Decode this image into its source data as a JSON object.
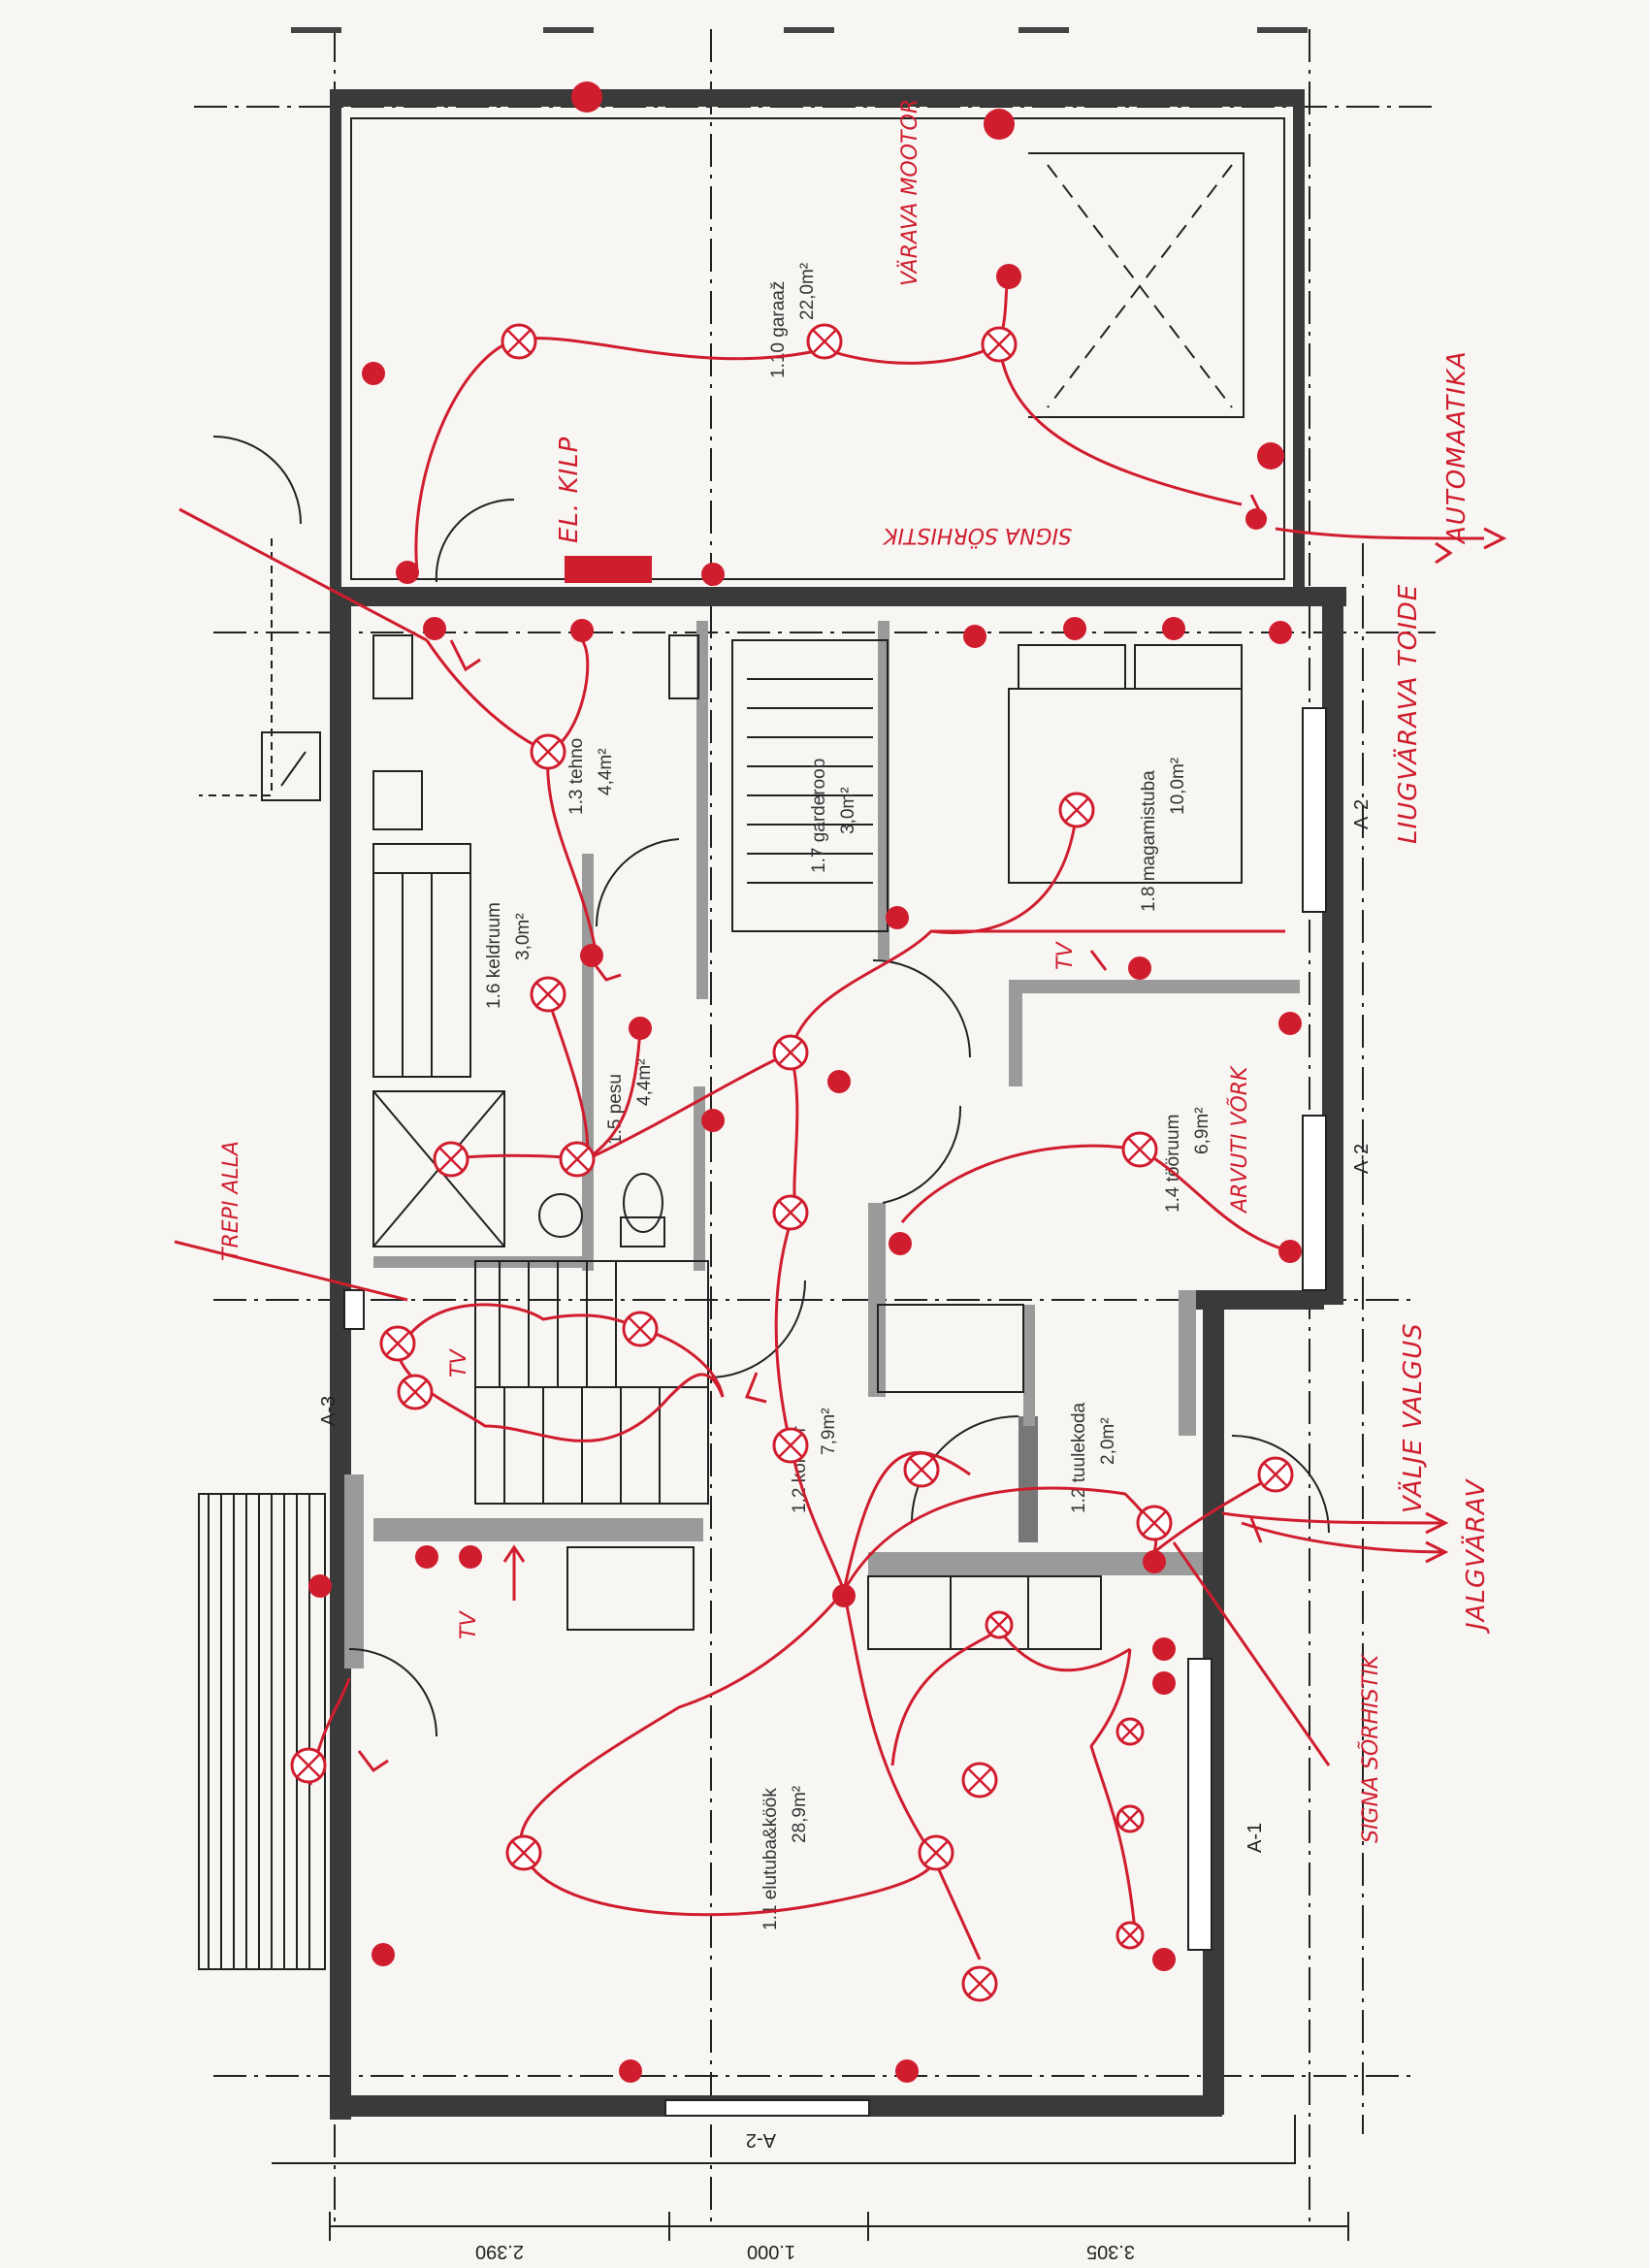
{
  "rooms": {
    "garaaz": {
      "name": "1.10 garaaž",
      "area": "22,0m²"
    },
    "tehno": {
      "name": "1.3 tehno",
      "area": "4,4m²"
    },
    "garderoob": {
      "name": "1.7 garderoob",
      "area": "3,0m²"
    },
    "magamistuba": {
      "name": "1.8 magamistuba",
      "area": "10,0m²"
    },
    "kelder": {
      "name": "1.6 keldruum",
      "area": "3,0m²"
    },
    "pesu": {
      "name": "1.5 pesu",
      "area": "4,4m²"
    },
    "tooruum": {
      "name": "1.4 tööruum",
      "area": "6,9m²"
    },
    "koridor": {
      "name": "1.2 koridor",
      "area": "7,9m²"
    },
    "tuulekoda": {
      "name": "1.2 tuulekoda",
      "area": "2,0m²"
    },
    "elutuba": {
      "name": "1.1 elutuba&köök",
      "area": "28,9m²"
    }
  },
  "annotations": {
    "varava_mootor": "VÄRAVA MOOTOR",
    "el_kilp": "EL. KILP",
    "signa_sorhistic_top": "SIGNA SÖRHISTIK",
    "automaatika": "AUTOMAATIKA",
    "liugvarava_toide": "LIUGVÄRAVA TOIDE",
    "arvuti_vork": "ARVUTI VÕRK",
    "valis_valgus": "VÄLJE VALGUS",
    "jalgvarav": "JALGVÄRAV",
    "signa_sorhistik_bottom": "SIGNA SÕRHISTIK",
    "trepi_alla": "TREPI ALLA",
    "tv_1": "TV",
    "tv_2": "TV",
    "tv_3": "TV"
  },
  "axes": {
    "a1": "A-1",
    "a2_right_top": "A-2",
    "a2_right_mid": "A-2",
    "a2_bottom": "A-2",
    "a3": "A-3"
  },
  "dimensions": {
    "d1": "2.390",
    "d2": "1.000",
    "d3": "3.305"
  },
  "colors": {
    "markup": "#d01d2e",
    "ink": "#222222",
    "paper": "#f7f6f3"
  }
}
